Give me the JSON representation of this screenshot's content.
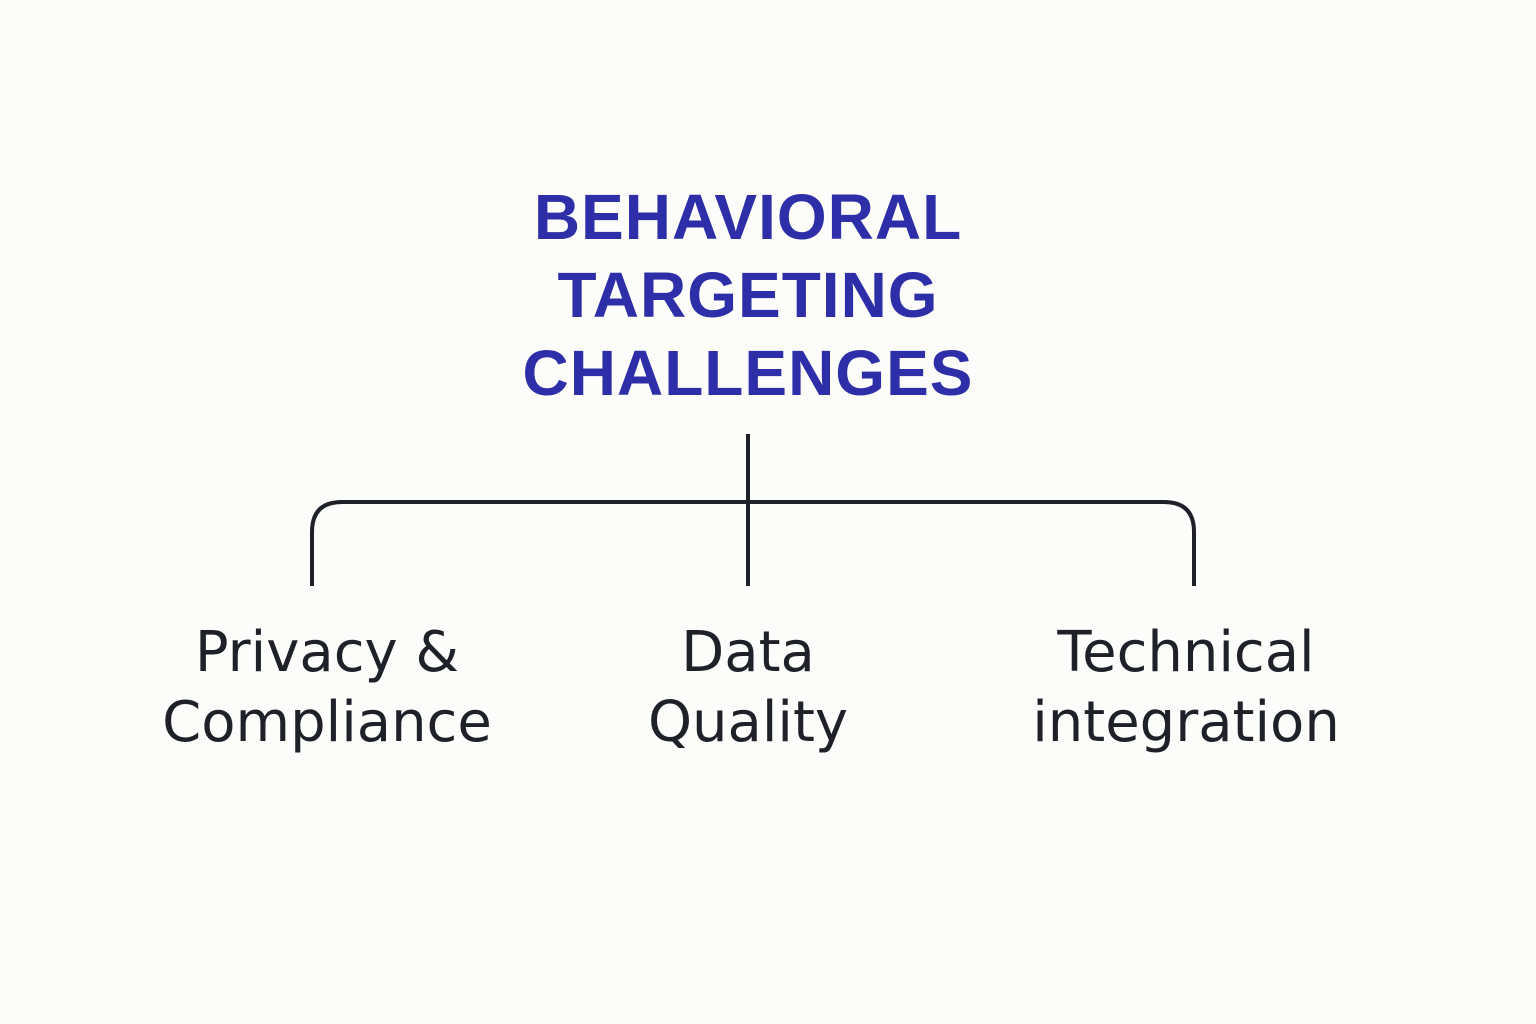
{
  "colors": {
    "background": "#FCFCFA",
    "title": "#2E2EA8",
    "lines": "#1E2128",
    "text": "#1E2128"
  },
  "title": {
    "lines": [
      "BEHAVIORAL",
      "TARGETING",
      "CHALLENGES"
    ]
  },
  "children": [
    {
      "lines": [
        "Privacy &",
        "Compliance"
      ]
    },
    {
      "lines": [
        "Data",
        "Quality"
      ]
    },
    {
      "lines": [
        "Technical",
        "integration"
      ]
    }
  ]
}
